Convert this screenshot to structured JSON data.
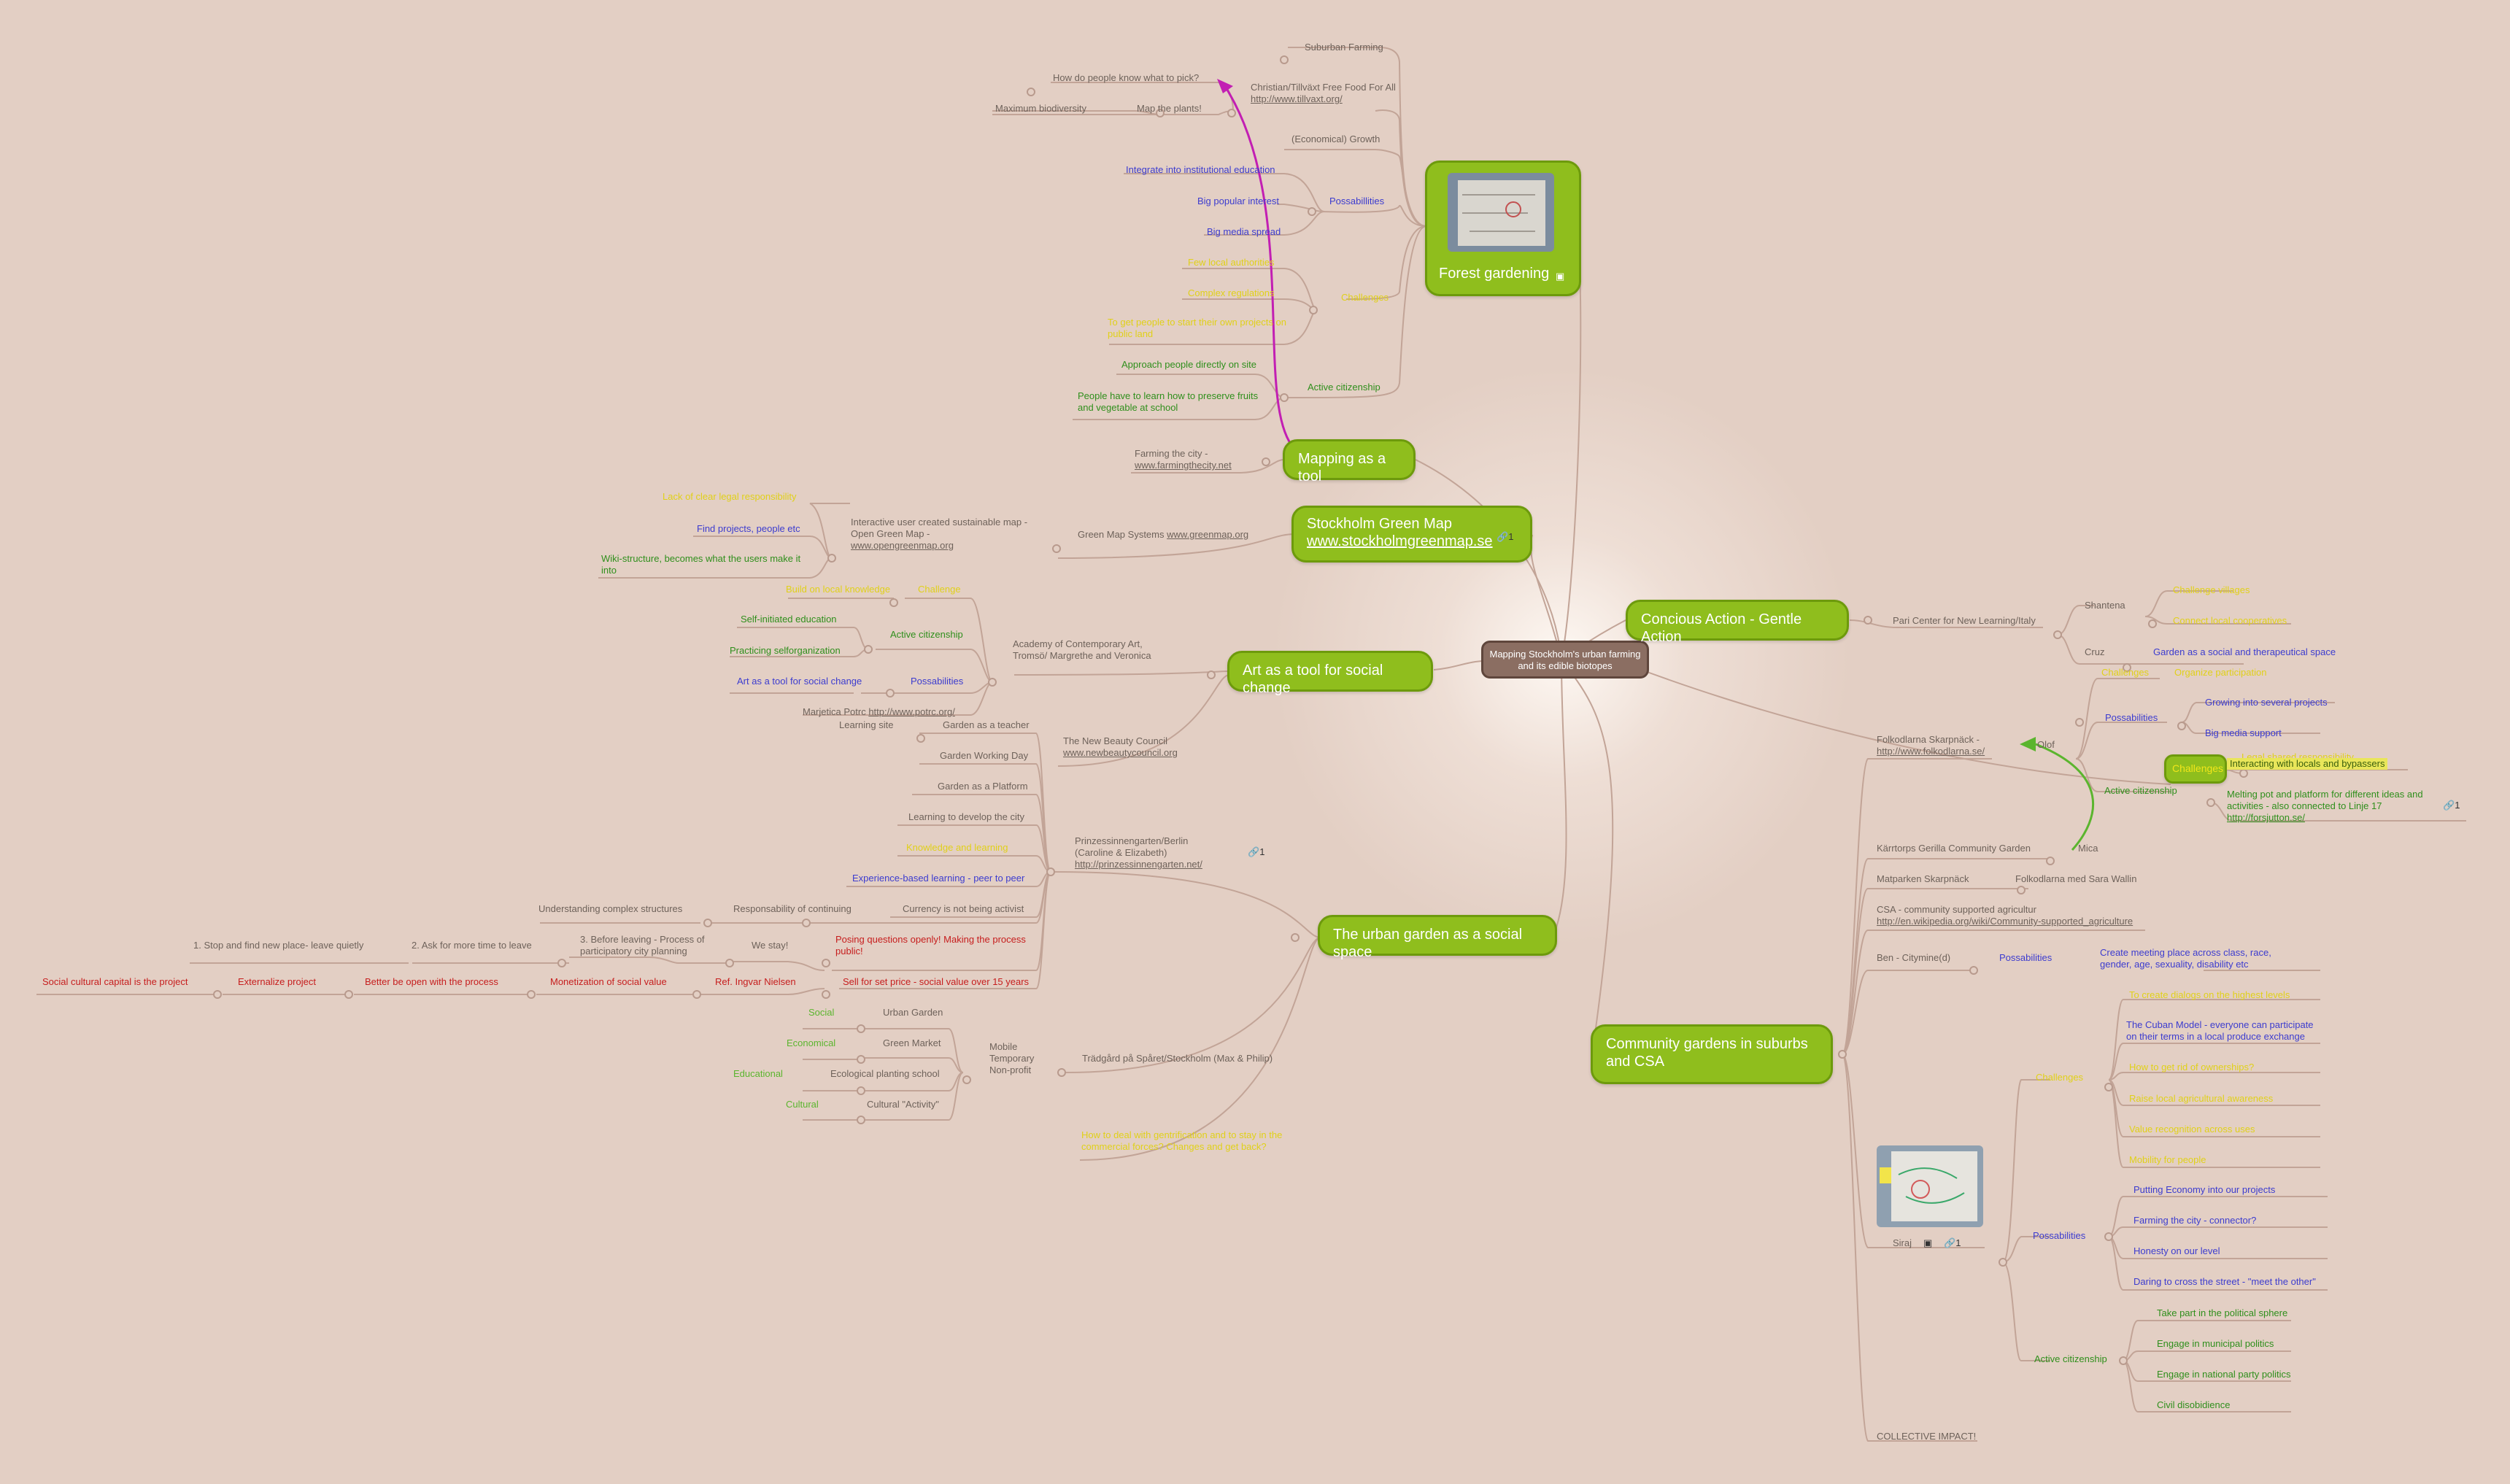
{
  "central": "Mapping Stockholm's urban farming and its edible biotopes",
  "topics": {
    "forest": "Forest gardening",
    "mapping": "Mapping as a tool",
    "green_map": "Stockholm Green Map",
    "green_map_link": "www.stockholmgreenmap.se",
    "art": "Art as a tool for social change",
    "urban": "The urban garden as a social space",
    "concious": "Concious Action - Gentle Action",
    "community": "Community gardens in suburbs and CSA"
  },
  "icons": {
    "link_count": "1",
    "image": "image-icon",
    "link": "link-icon"
  },
  "forest": {
    "suburban": "Suburban Farming",
    "christian": "Christian/Tillväxt Free Food For All",
    "christian_link": "http://www.tillvaxt.org/",
    "how_pick": "How do people know what to pick?",
    "map_plants": "Map the plants!",
    "max_bio": "Maximum biodiversity",
    "econ": "(Economical) Growth",
    "possab": "Possabillities",
    "p1": "Integrate into institutional education",
    "p2": "Big popular interest",
    "p3": "Big media spread",
    "challenges": "Challenges",
    "c1": "Few local authorities",
    "c2": "Complex regulations",
    "c3": "To get people to start their own projects on public land",
    "active": "Active citizenship",
    "a1": "Approach people directly on site",
    "a2": "People have to learn how to preserve fruits and vegetable at school"
  },
  "mapping": {
    "farming": "Farming the city -",
    "farming_link": "www.farmingthecity.net"
  },
  "green_map": {
    "systems": "Green Map Systems",
    "systems_link": "www.greenmap.org",
    "interactive": "Interactive user created sustainable map - Open Green Map -",
    "interactive_link": "www.opengreenmap.org",
    "y1": "Lack of clear legal responsibility",
    "b1": "Find projects, people etc",
    "g1": "Wiki-structure, becomes what the users make it into"
  },
  "art": {
    "academy": "Academy of Contemporary Art, Tromsö/ Margrethe and Veronica",
    "challenge": "Challenge",
    "ch1": "Build on local knowledge",
    "active": "Active citizenship",
    "ac1": "Self-initiated education",
    "ac2": "Practicing selforganization",
    "possab": "Possabilities",
    "po1": "Art as a tool for social change",
    "marjetica": "Marjetica Potrc",
    "marjetica_link": "http://www.potrc.org/",
    "new_beauty": "The New Beauty Council",
    "new_beauty_link": "www.newbeautycouncil.org",
    "learning": "Learning site"
  },
  "urban": {
    "teacher": "Garden as a teacher",
    "working": "Garden Working Day",
    "platform": "Garden as a Platform",
    "develop": "Learning to develop the city",
    "knowledge": "Knowledge and learning",
    "experience": "Experience-based learning - peer to peer",
    "currency": "Currency is not being activist",
    "responsibility": "Responsability of continuing",
    "understanding": "Understanding complex structures",
    "prinz": "Prinzessinnengarten/Berlin (Caroline & Elizabeth)",
    "prinz_link": "http://prinzessinnengarten.net/",
    "posing": "Posing questions openly! Making the process public!",
    "we_stay": "We stay!",
    "before_leaving": "3. Before leaving - Process of participatory city planning",
    "ask_time": "2. Ask for more time to leave",
    "stop_find": "1. Stop and find new place- leave quietly",
    "sell": "Sell for set price - social value over 15 years",
    "ingvar": "Ref. Ingvar Nielsen",
    "monetization": "Monetization of social value",
    "better": "Better be open with the process",
    "externalize": "Externalize project",
    "social_capital": "Social cultural capital is the project",
    "tradgard": "Trädgård på Spåret/Stockholm (Max & Philip)",
    "mobile": "Mobile Temporary Non-profit",
    "urban_garden": "Urban Garden",
    "social": "Social",
    "green_market": "Green Market",
    "economical": "Economical",
    "eco_school": "Ecological planting school",
    "educational": "Educational",
    "cultural_activity": "Cultural \"Activity\"",
    "cultural": "Cultural",
    "how_deal": "How to deal with gentrification and to stay in the commercial forces? Changes and get back?"
  },
  "concious": {
    "pari": "Pari Center for New Learning/Italy",
    "shantena": "Shantena",
    "s1": "Challenge villages",
    "s2": "Connect local cooperatives",
    "cruz": "Cruz",
    "cruz1": "Garden as a social and therapeutical space"
  },
  "community": {
    "folkodlarna": "Folkodlarna Skarpnäck -",
    "folkodlarna_link": "http://www.folkodlarna.se/",
    "olof": "Olof",
    "olof_ch": "Challenges",
    "olof_ch1": "Organize participation",
    "possab": "Possabilities",
    "p1": "Growing into several projects",
    "p2": "Big media support",
    "challenges_box": "Challenges",
    "cb1": "Legal shared responsibility",
    "cb2": "Interacting with locals and bypassers",
    "active": "Active citizenship",
    "a1": "Melting pot and platform for different ideas and activities - also connected to Linje 17",
    "a1_link": "http://forsjutton.se/",
    "karrtorps": "Kärrtorps Gerilla Community Garden",
    "mica": "Mica",
    "matparken": "Matparken Skarpnäck",
    "folk_sara": "Folkodlarna med Sara Wallin",
    "csa": "CSA - community supported agricultur",
    "csa_link": "http://en.wikipedia.org/wiki/Community-supported_agriculture",
    "ben": "Ben - Citymine(d)",
    "ben_possab": "Possabilities",
    "ben_p1": "Create meeting place across class, race, gender, age, sexuality, disability etc",
    "siraj": "Siraj",
    "siraj_ch": "Challenges",
    "sc1": "To create dialogs on the highest levels",
    "sc2": "The Cuban Model - everyone can participate on their terms in a local produce exchange",
    "sc3": "How to get rid of ownerships?",
    "sc4": "Raise local agricultural awareness",
    "sc5": "Value recognition across uses",
    "sc6": "Mobility for people",
    "siraj_possab": "Possabilities",
    "sp1": "Putting Economy into our projects",
    "sp2": "Farming the city - connector?",
    "sp3": "Honesty on our level",
    "sp4": "Daring to cross the street - \"meet the other\"",
    "siraj_active": "Active citizenship",
    "sa1": "Take part in the political sphere",
    "sa2": "Engage in municipal politics",
    "sa3": "Engage in national party politics",
    "sa4": "Civil disobidience",
    "collective": "COLLECTIVE IMPACT!"
  },
  "colors": {
    "background": "#e3cfc4",
    "topic": "#8fbe1d",
    "central": "#8b6e62",
    "relation": "#c21fb3"
  }
}
